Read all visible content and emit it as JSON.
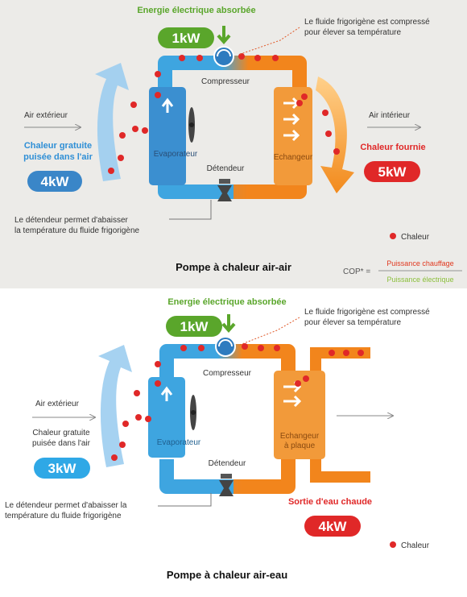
{
  "colors": {
    "panel_top_bg": "#ecebe8",
    "panel_bottom_bg": "#ffffff",
    "green": "#5aa62b",
    "red": "#e02828",
    "blue_pipe": "#3ea5e0",
    "orange_pipe": "#f2851c",
    "air_arrow": "#9ccdf0",
    "cop_text": "#e0381f",
    "cop_den": "#8bbf3b"
  },
  "top": {
    "energy_label": "Energie électrique absorbée",
    "energy_value": "1kW",
    "compression_note_1": "Le fluide frigorigène est compressé",
    "compression_note_2": "pour élever sa température",
    "compressor": "Compresseur",
    "outside_air": "Air extérieur",
    "free_heat_1": "Chaleur gratuite",
    "free_heat_2": "puisée dans l'air",
    "free_heat_value": "4kW",
    "evaporator": "Evaporateur",
    "expansion_valve": "Détendeur",
    "exchanger": "Echangeur",
    "inside_air": "Air intérieur",
    "heat_out_label": "Chaleur fournie",
    "heat_out_value": "5kW",
    "valve_note_1": "Le détendeur permet d'abaisser",
    "valve_note_2": "la température du fluide frigorigène",
    "legend_heat": "Chaleur",
    "title": "Pompe à chaleur air-air",
    "cop_label": "COP* =",
    "cop_numerator": "Puissance chauffage",
    "cop_denominator": "Puissance électrique"
  },
  "bottom": {
    "energy_label": "Energie électrique absorbée",
    "energy_value": "1kW",
    "compression_note_1": "Le fluide frigorigène est compressé",
    "compression_note_2": "pour élever sa température",
    "compressor": "Compresseur",
    "outside_air": "Air extérieur",
    "free_heat_1": "Chaleur gratuite",
    "free_heat_2": "puisée dans l'air",
    "free_heat_value": "3kW",
    "evaporator": "Evaporateur",
    "expansion_valve": "Détendeur",
    "exchanger_1": "Echangeur",
    "exchanger_2": "à plaque",
    "valve_note_1": "Le détendeur permet d'abaisser la",
    "valve_note_2": "température du fluide frigorigène",
    "hot_water_label": "Sortie d'eau chaude",
    "hot_water_value": "4kW",
    "legend_heat": "Chaleur",
    "title": "Pompe à chaleur air-eau"
  }
}
